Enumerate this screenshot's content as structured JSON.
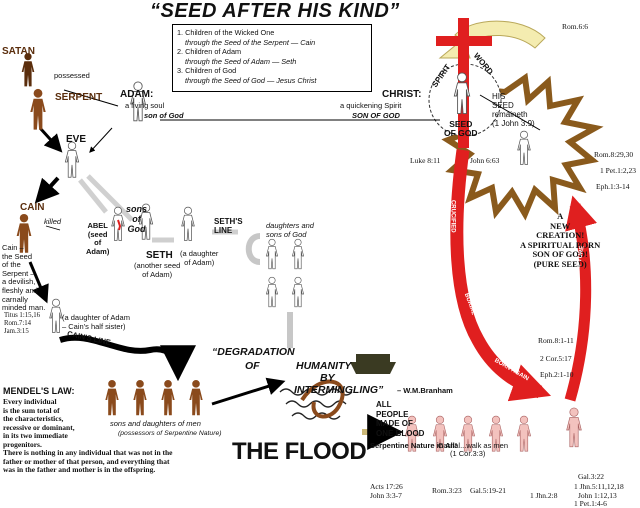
{
  "title": "“SEED AFTER HIS KIND”",
  "legend": {
    "l1": "1. Children of the Wicked One",
    "l1b": "through the Seed of the Serpent — Cain",
    "l2": "2. Children of Adam",
    "l2b": "through the Seed of Adam — Seth",
    "l3": "3. Children of God",
    "l3b": "through the Seed of God — Jesus Christ"
  },
  "labels": {
    "satan": "SATAN",
    "possessed": "possessed",
    "serpent": "SERPENT",
    "adam": "ADAM:",
    "adam_sub1": "a living soul",
    "adam_sub2": "son of God",
    "christ": "CHRIST:",
    "christ_sub1": "a quickening Spirit",
    "christ_sub2": "SON OF GOD",
    "eve": "EVE",
    "cain": "CAIN",
    "killed": "killed",
    "cain_desc": "Cain –\nthe Seed\nof the\nSerpent –\na devilish,\nfleshly and\ncarnally\nminded man.",
    "abel": "ABEL\n(seed\nof\nAdam)",
    "sons_of_god": "sons\nof\nGod",
    "seth": "SETH",
    "seth_sub": "(another seed\nof Adam)",
    "daughter_adam": "(a daughter\nof Adam)",
    "seths_line": "SETH'S\nLINE",
    "daughters_sons": "daughters and\nsons of God",
    "cain_wife": "(a daughter of Adam\n– Cain's half sister)",
    "cains_line": "CAIN'S LINE",
    "degradation": "“DEGRADATION",
    "of": "OF",
    "humanity": "HUMANITY",
    "by": "BY",
    "intermingling": "INTERMINGLING”",
    "branham": "– W.M.Branham",
    "mendel_title": "MENDEL'S LAW:",
    "mendel_text": "Every individual\nis the sum total of\nthe characteristics,\nrecessive or dominant,\nin its two immediate\nprogenitors.\nThere is nothing in any individual that was not in the\nfather or mother of that person, and everything that\nwas in the father and mother is in the offspring.",
    "sons_daughters": "sons    and    daughters of men",
    "serpentine_nature": "(possessors of Serpentine Nature)",
    "flood": "THE FLOOD",
    "all_people": "ALL\nPEOPLE\nMADE OF\nONE BLOOD",
    "serpentine_all": "Serpentine Nature in All!",
    "carnal": "Carnal...walk as men",
    "carnal_ref": "(1 Cor.3:3)",
    "spirit": "SPIRIT",
    "word": "WORD",
    "seed_of_god": "SEED\nOF GOD",
    "his_seed": "HIS\nSEED\nremaineth\n(1 John 3:9)",
    "new_creation": "A\nNEW\nCREATION!\nA SPIRITUAL BORN\nSON OF GOD!\n(PURE SEED)",
    "crucified": "CRUCIFIED",
    "burial": "BURIAL",
    "born_again": "BORN AGAIN",
    "rapture": "RAPTURE"
  },
  "refs": {
    "rom66": "Rom.6:6",
    "luke": "Luke 8:11",
    "john663": "John 6:63",
    "rom829": "Rom.8:29,30",
    "pet123": "1 Pet.1:2,23",
    "eph13": "Eph.1:3-14",
    "titus": "Titus 1:15,16\nRom.7:14\nJam.3:15",
    "rom811": "Rom.8:1-11",
    "cor517": "2 Cor.5:17",
    "eph21": "Eph.2:1-10",
    "acts": "Acts 17:26\nJohn 3:3-7",
    "rom323": "Rom.3:23",
    "gal519": "Gal.5:19-21",
    "gal322": "Gal.3:22",
    "john511": "1 Jhn.5:11,12,18",
    "john28": "1 Jhn.2:8",
    "john112": "John 1:12,13",
    "pet146": "1 Pet.1:4-6"
  },
  "colors": {
    "red": "#e01f1f",
    "dark_brown": "#5a2d0c",
    "brown": "#8a4a1c",
    "skin": "#f3c2be",
    "yellow": "#f4ecb0",
    "burst": "#8a5a1c"
  }
}
